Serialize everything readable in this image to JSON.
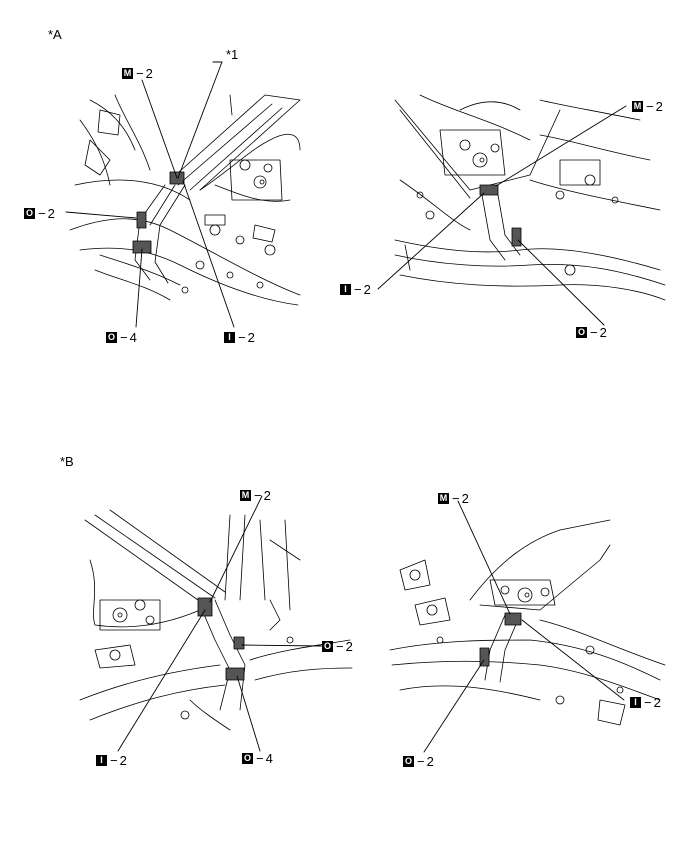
{
  "views": {
    "a_label": "*A",
    "b_label": "*B",
    "ref_label": "*1"
  },
  "callouts": {
    "a_left_m": {
      "symbol": "M",
      "qty": "2"
    },
    "a_left_o_left": {
      "symbol": "O",
      "qty": "2"
    },
    "a_left_o_bottom": {
      "symbol": "O",
      "qty": "4"
    },
    "a_left_i": {
      "symbol": "I",
      "qty": "2"
    },
    "a_right_m": {
      "symbol": "M",
      "qty": "2"
    },
    "a_right_i": {
      "symbol": "I",
      "qty": "2"
    },
    "a_right_o": {
      "symbol": "O",
      "qty": "2"
    },
    "b_left_m": {
      "symbol": "M",
      "qty": "2"
    },
    "b_left_o_right": {
      "symbol": "O",
      "qty": "2"
    },
    "b_left_i": {
      "symbol": "I",
      "qty": "2"
    },
    "b_left_o_bottom": {
      "symbol": "O",
      "qty": "4"
    },
    "b_right_m": {
      "symbol": "M",
      "qty": "2"
    },
    "b_right_i": {
      "symbol": "I",
      "qty": "2"
    },
    "b_right_o": {
      "symbol": "O",
      "qty": "2"
    }
  },
  "dash": "−"
}
